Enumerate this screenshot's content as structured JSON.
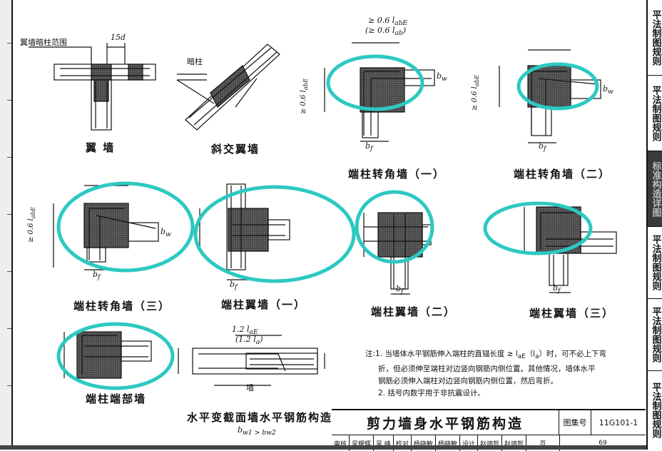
{
  "labels": {
    "wing_range": "翼墙暗柱范围",
    "hidden_col": "暗柱",
    "d15": "15d",
    "bf": "b",
    "bf_sub": "f",
    "bw": "b",
    "bw_sub": "w",
    "len_top": "≥ 0.6 l",
    "len_top_sub": "abE",
    "len_top2": "(≥ 0.6 l",
    "len_top2_sub": "ab",
    "wall": "墙",
    "len12": "1.2 l",
    "len12_sub": "aE",
    "len12b": "(1.2 l",
    "len12b_sub": "a"
  },
  "titles": {
    "wing_wall": "翼 墙",
    "oblique_wing": "斜交翼墙",
    "end_corner_1": "端柱转角墙（一）",
    "end_corner_2": "端柱转角墙（二）",
    "end_corner_3": "端柱转角墙（三）",
    "end_wing_1": "端柱翼墙（一）",
    "end_wing_2": "端柱翼墙（二）",
    "end_wing_3": "端柱翼墙（三）",
    "end_end": "端柱端部墙",
    "variable_section": "水平变截面墙水平钢筋构造",
    "bw_relation": "b",
    "bw_relation_text": "w1 > b",
    "bw_relation_sub": "w2"
  },
  "notes": {
    "line1": "注:1. 当墙体水平钢筋伸入端柱的直锚长度 ≥ l",
    "line1_sub": "aE",
    "line1_rest": "（l",
    "line1_sub2": "a",
    "line1_end": "）时，可不必上下弯",
    "line2": "折，但必须伸至端柱对边竖向钢筋内侧位置。其他情况，墙体水平",
    "line3": "钢筋必须伸入端柱对边竖向钢筋内侧位置，然后弯折。",
    "line4": "2. 括号内数字用于非抗震设计。"
  },
  "titleblock": {
    "main_title": "剪力墙身水平钢筋构造",
    "atlas_label": "图集号",
    "atlas_no": "11G101-1",
    "page_label": "页",
    "page_no": "69",
    "review": "审核",
    "review_name": "吴耀辉",
    "check": "校对",
    "check_name": "杨晓敏",
    "design": "设计",
    "design_name": "赵炳哲",
    "sign1": "吴 峰",
    "sign2": "杨晓敏",
    "sign3": "赵炳哲"
  },
  "tabs": [
    {
      "text": "平法制图规则",
      "active": false
    },
    {
      "text": "平法制图规则",
      "active": false
    },
    {
      "text": "标准构造详图",
      "active": true
    },
    {
      "text": "平法制图规则",
      "active": false
    },
    {
      "text": "平法制图规则",
      "active": false
    },
    {
      "text": "平法制图规则",
      "active": false
    }
  ],
  "colors": {
    "highlight": "#2cc9c2",
    "hatch": "#3a3a3a",
    "line": "#111111"
  }
}
